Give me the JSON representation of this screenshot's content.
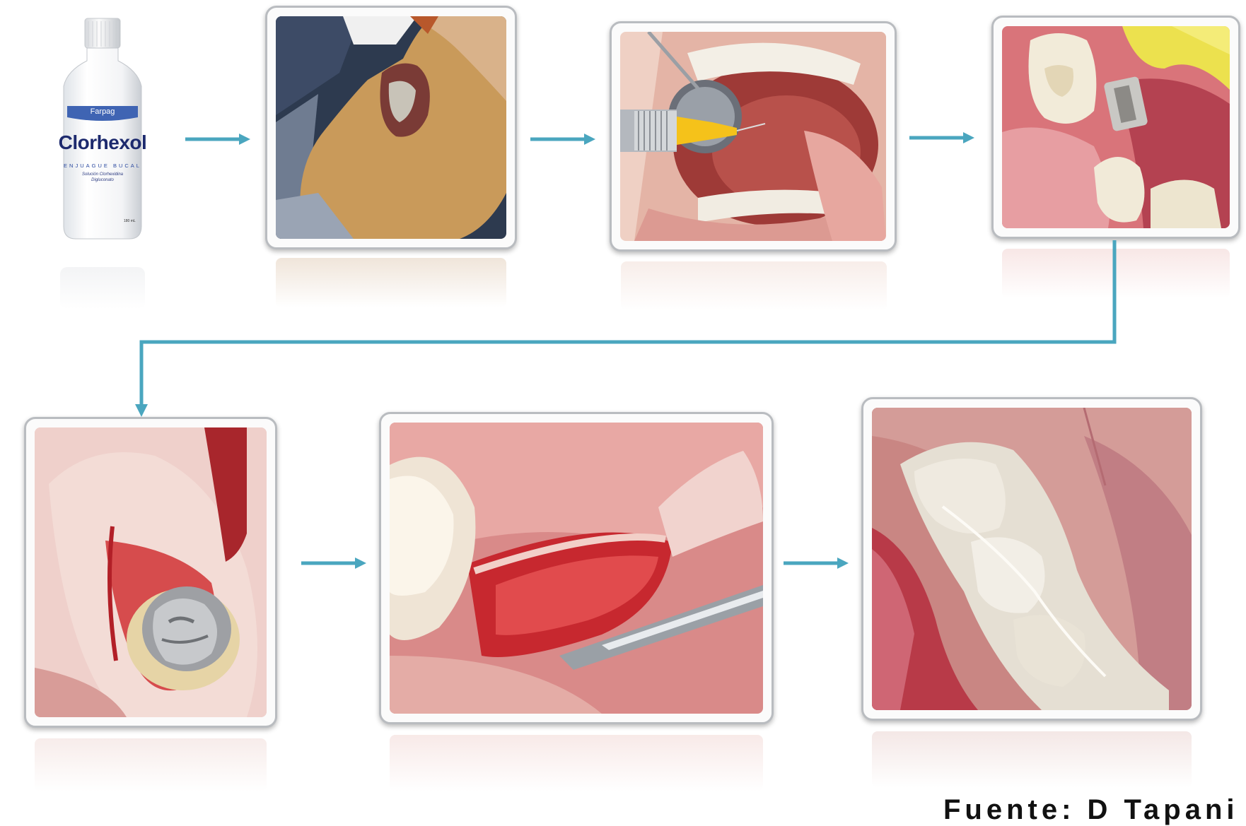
{
  "bottle": {
    "brand": "Farpag",
    "name": "Clorhexol",
    "subtitle": "ENJUAGUE BUCAL",
    "description_line1": "Solución Clorhexidina",
    "description_line2": "Digluconato",
    "volume": "180 mL"
  },
  "credit": "Fuente: D Tapani",
  "colors": {
    "arrow": "#4aa6bf",
    "frame_border": "#b9bcc0"
  },
  "steps": [
    {
      "icon": "mouthwash-bottle-image"
    },
    {
      "icon": "patient-face-photo"
    },
    {
      "icon": "anesthesia-injection-photo"
    },
    {
      "icon": "rubber-dam-clamp-photo"
    },
    {
      "icon": "gingival-incision-photo"
    },
    {
      "icon": "open-socket-photo"
    },
    {
      "icon": "sutured-gingiva-photo"
    }
  ]
}
